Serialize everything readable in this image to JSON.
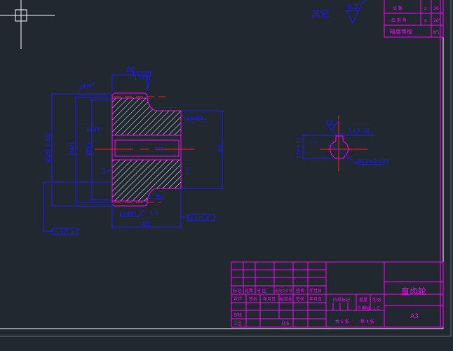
{
  "parameters_table": {
    "rows": [
      {
        "label": "齿 数",
        "symbol": "z",
        "value": "30"
      },
      {
        "label": "齿 形 角",
        "symbol": "α",
        "value": "20°"
      },
      {
        "label": "精度等级",
        "symbol": "",
        "value": "8FL"
      }
    ]
  },
  "surface_note": {
    "label": "其它",
    "roughness": "6.3"
  },
  "section_view": {
    "dims": {
      "width_top": "20",
      "chamfer_top": "1X45°",
      "roughness_top": "1.6",
      "dia_tip": "Ø20-0.02",
      "dia_root": "Ø60",
      "dia_55": "Ø55",
      "chamfer_bore": "2X45°",
      "roughness_bore": "1.6",
      "chamfer_hub": "1x45°",
      "hub_dia": "44",
      "roughness_left": "3.2",
      "roughness_right": "2.5",
      "radius": "R3",
      "chamfer_bottom": "1x45°",
      "roughness_bottom": "1.6",
      "width_total": "40",
      "tol_left": "0.025 B",
      "tol_right": "0.025 A"
    }
  },
  "keyway_view": {
    "dims": {
      "roughness_top": "3.2",
      "key_width": "5±0.02",
      "depth": "14+0.05",
      "roughness_side": "6.3",
      "bore": "Ø11+0.021"
    }
  },
  "title_block": {
    "part_name": "直齿轮",
    "sheet_size": "A3",
    "row_labels": [
      "标记",
      "处数",
      "分 区",
      "更改文件号",
      "签名",
      "年月日"
    ],
    "row2_labels": [
      "设计",
      "签名",
      "年月日",
      "标准化",
      "签名",
      "年月日"
    ],
    "review": "审核",
    "process": "工艺",
    "approve": "批准",
    "stage_label": "阶段标记",
    "weight_label": "重量",
    "scale_label": "比例",
    "weight": "0.8Kg",
    "scale": "1:5",
    "sheets_total": "共 5 张",
    "sheet_no": "第 4 张"
  }
}
